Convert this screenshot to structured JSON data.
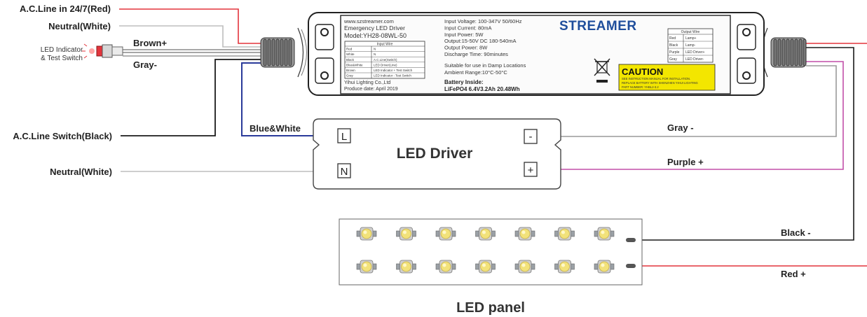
{
  "labels": {
    "ac_line_247": "A.C.Line in 24/7(Red)",
    "neutral_top": "Neutral(White)",
    "led_indicator_1": "LED Indicator",
    "led_indicator_2": "& Test Switch",
    "brown": "Brown+",
    "gray_left": "Gray-",
    "ac_switch": "A.C.Line Switch(Black)",
    "blue_white": "Blue&White",
    "neutral_bottom": "Neutral(White)",
    "gray_right": "Gray -",
    "purple_right": "Purple +",
    "black_right": "Black -",
    "red_right": "Red +"
  },
  "unit": {
    "left_lines": [
      "www.szstreamer.com",
      "Emergency LED Driver",
      "Model:YH28-08WL-50"
    ],
    "left_table_title": "Input Wire",
    "left_table_rows": [
      [
        "Red",
        "N"
      ],
      [
        "White",
        "N"
      ],
      [
        "Black",
        "A.C.Line(Switch)"
      ],
      [
        "Blue&White",
        "LED Driver(Line)"
      ],
      [
        "Brown",
        "LED Indicator + Test Switch"
      ],
      [
        "Gray",
        "LED Indicator - Test Switch"
      ]
    ],
    "left_footer": [
      "Yihui Lighting Co.,Ltd",
      "Produce date: April 2019"
    ],
    "specs": [
      "Input Voltage: 100-347V 50/60Hz",
      "Input Current: 80mA",
      "Input Power: 5W",
      "Output:15-50V DC 180-540mA",
      "Output Power: 8W",
      "Discharge Time: 90minutes"
    ],
    "damp": [
      "Suitable for use in Damp Locations",
      "Ambient Range:10°C-50°C"
    ],
    "battery_title": "Battery Inside:",
    "battery_value": "LiFePO4 6.4V3.2Ah 20.48Wh",
    "brand": "STREAMER",
    "right_table_title": "Output Wire",
    "right_table_rows": [
      [
        "Red",
        "Lamp+"
      ],
      [
        "Black",
        "Lamp-"
      ],
      [
        "Purple",
        "LED Driver+"
      ],
      [
        "Gray",
        "LED Driver-"
      ]
    ],
    "caution_title": "CAUTION",
    "caution_lines": [
      "SEE INSTRUCTION MANUAL FOR INSTALLATION.",
      "REPLACE BATTERY WITH SHENZHEN YIHUI LIGHTING",
      "PART NUMBER: YHBL2-3.2"
    ]
  },
  "driver": {
    "title": "LED Driver",
    "terminal_l": "L",
    "terminal_n": "N",
    "terminal_minus": "-",
    "terminal_plus": "+"
  },
  "panel": {
    "title": "LED panel",
    "rows": 2,
    "leds_per_row": 7
  },
  "colors": {
    "red_wire": "#e3343c",
    "black_wire": "#1a1a1a",
    "gray_wire": "#9a9a9a",
    "blue_wire": "#2a3a9a",
    "purple_wire": "#c24fa8",
    "brand": "#1f4e9c",
    "caution_bg": "#f3e600",
    "led_yellow": "#f2e27a"
  }
}
